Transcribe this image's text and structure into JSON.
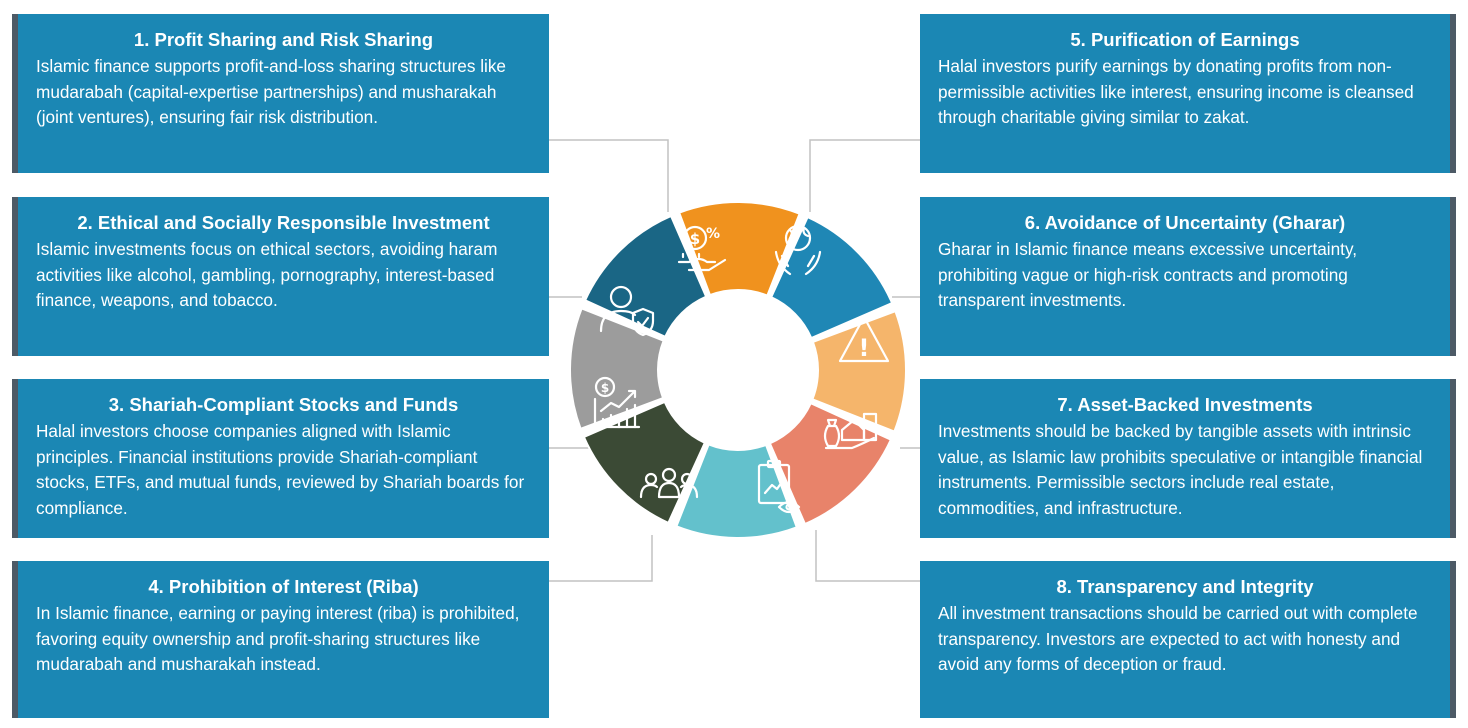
{
  "cards": [
    {
      "title": "1. Profit Sharing and Risk Sharing",
      "body": "Islamic finance supports profit-and-loss sharing structures like mudarabah (capital-expertise partnerships) and musharakah (joint ventures), ensuring fair risk distribution."
    },
    {
      "title": "2. Ethical and Socially Responsible Investment",
      "body": "Islamic investments focus on ethical sectors, avoiding haram activities like alcohol, gambling, pornography, interest-based finance, weapons, and tobacco."
    },
    {
      "title": "3. Shariah-Compliant Stocks and Funds",
      "body": "Halal investors choose companies aligned with Islamic principles. Financial institutions provide Shariah-compliant stocks, ETFs, and mutual funds, reviewed by Shariah boards for compliance."
    },
    {
      "title": "4. Prohibition of Interest (Riba)",
      "body": "In Islamic finance, earning or paying interest (riba) is prohibited, favoring equity ownership and profit-sharing structures like mudarabah and musharakah instead."
    },
    {
      "title": "5. Purification of Earnings",
      "body": "Halal investors purify earnings by donating profits from non-permissible activities like interest, ensuring income is cleansed through charitable giving similar to zakat."
    },
    {
      "title": "6. Avoidance of Uncertainty (Gharar)",
      "body": "Gharar in Islamic finance means excessive uncertainty, prohibiting vague or high-risk contracts and promoting transparent investments."
    },
    {
      "title": "7. Asset-Backed Investments",
      "body": "Investments should be backed by tangible assets with intrinsic value, as Islamic law prohibits speculative or intangible financial instruments. Permissible sectors include real estate, commodities, and infrastructure."
    },
    {
      "title": "8. Transparency and Integrity",
      "body": "All investment transactions should be carried out with complete transparency. Investors are expected to act with honesty and avoid any forms of deception or fraud."
    }
  ],
  "wheel": {
    "segments": [
      {
        "icon": "hand-money-percent-icon",
        "color": "#f0921e"
      },
      {
        "icon": "globe-hands-icon",
        "color": "#1f87b5"
      },
      {
        "icon": "warning-icon",
        "color": "#f5b56b"
      },
      {
        "icon": "money-bag-house-hand-icon",
        "color": "#e8836a"
      },
      {
        "icon": "clipboard-chart-eye-icon",
        "color": "#63c1cc"
      },
      {
        "icon": "business-group-icon",
        "color": "#3b4a35"
      },
      {
        "icon": "growth-chart-coin-icon",
        "color": "#9c9c9c"
      },
      {
        "icon": "user-shield-icon",
        "color": "#1a6685"
      }
    ],
    "icon_text": {
      "dollar": "$",
      "percent": "%",
      "exclaim": "!"
    }
  },
  "colors": {
    "card_bg": "#1b87b4",
    "card_edge": "#4d5a66",
    "connector": "#c2c2c2"
  }
}
